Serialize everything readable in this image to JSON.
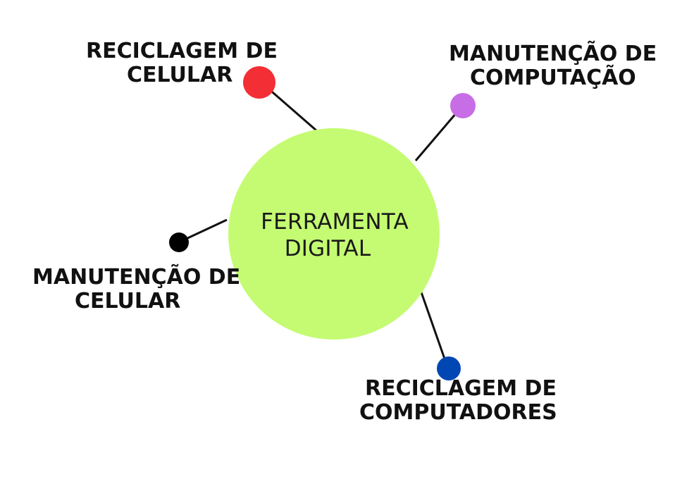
{
  "hub": {
    "label_line1": "FERRAMENTA",
    "label_line2": "DIGITAL",
    "color": "#c5fb73"
  },
  "branches": [
    {
      "id": "reciclagem-celular",
      "line1": "RECICLAGEM DE",
      "line2": "CELULAR",
      "color": "#f42e35"
    },
    {
      "id": "manutencao-computacao",
      "line1": "MANUTENÇÃO DE",
      "line2": "COMPUTAÇÃO",
      "color": "#c76de6"
    },
    {
      "id": "manutencao-celular",
      "line1": "MANUTENÇÃO DE",
      "line2": "CELULAR",
      "color": "#000000"
    },
    {
      "id": "reciclagem-computadores",
      "line1": "RECICLAGEM DE",
      "line2": "COMPUTADORES",
      "color": "#0047b3"
    }
  ],
  "connector_color": "#111111"
}
